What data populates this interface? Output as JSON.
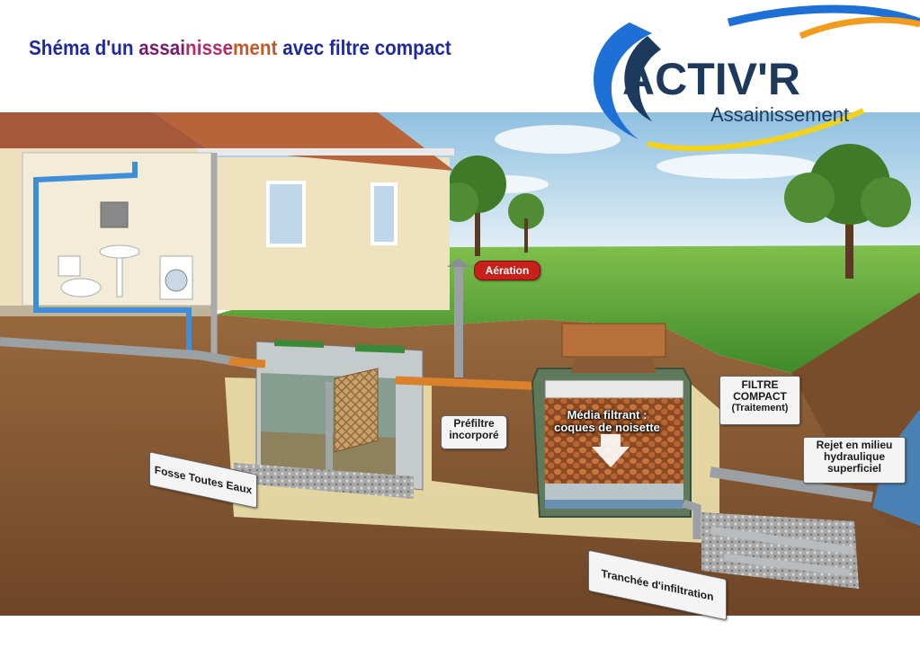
{
  "title": {
    "parts": [
      {
        "text": "Shéma d'un ",
        "color": "#1f2a9e"
      },
      {
        "text": "assai",
        "color": "#7a1d6e"
      },
      {
        "text": "nisse",
        "color": "#b0306a"
      },
      {
        "text": "ment ",
        "color": "#c35a2a"
      },
      {
        "text": "avec filtre compact",
        "color": "#1f2a9e"
      }
    ]
  },
  "logo": {
    "brand": "ACTIV'R",
    "sub": "Assainissement",
    "colors": {
      "navy": "#1d3a5c",
      "blue": "#1e6fd6",
      "orange": "#f29b1c",
      "yellow": "#f5d21a"
    }
  },
  "labels": {
    "aeration": "Aération",
    "prefiltre": [
      "Préfiltre",
      "incorporé"
    ],
    "media": [
      "Média filtrant :",
      "coques de noisette"
    ],
    "filtre": [
      "FILTRE",
      "COMPACT",
      "(Traitement)"
    ],
    "rejet": [
      "Rejet en milieu",
      "hydraulique",
      "superficiel"
    ],
    "fosse": "Fosse Toutes Eaux",
    "tranchee": "Tranchée d'infiltration"
  },
  "colors": {
    "sky": "#a9cfe8",
    "grass": "#5ea83a",
    "soil": "#8a5a34",
    "wall": "#e8dcb8",
    "roof": "#b8643a",
    "pipe_gray": "#9aa0a4",
    "pipe_orange": "#d9822b",
    "pipe_blue": "#3f8fd8",
    "tank_green": "#5f7a5a",
    "alert_red": "#c8201b"
  }
}
